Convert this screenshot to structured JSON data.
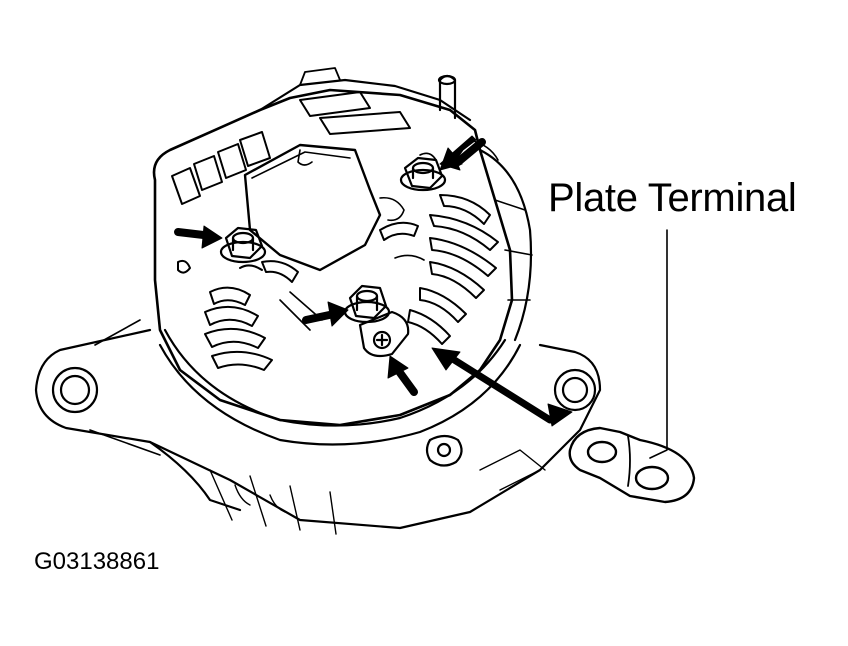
{
  "labels": {
    "plate_terminal": "Plate Terminal",
    "figure_code": "G03138861"
  },
  "colors": {
    "ink": "#000000",
    "paper": "#ffffff"
  },
  "markers": {
    "arrow_count": 5
  }
}
